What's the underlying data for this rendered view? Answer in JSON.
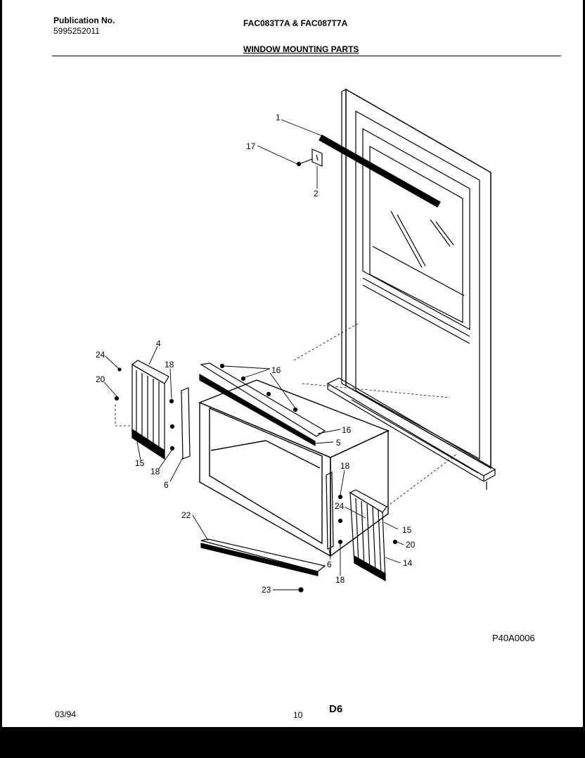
{
  "header": {
    "publication_label": "Publication No.",
    "publication_number": "5995252011",
    "model_numbers": "FAC083T7A & FAC087T7A",
    "section_title": "WINDOW MOUNTING PARTS"
  },
  "figure_code": "P40A0006",
  "footer": {
    "date": "03/94",
    "page_number": "10",
    "page_code": "D6"
  },
  "callouts": [
    "1",
    "17",
    "2",
    "4",
    "24",
    "18",
    "20",
    "16",
    "16",
    "15",
    "18",
    "6",
    "5",
    "18",
    "24",
    "15",
    "20",
    "14",
    "22",
    "6",
    "18",
    "23"
  ]
}
